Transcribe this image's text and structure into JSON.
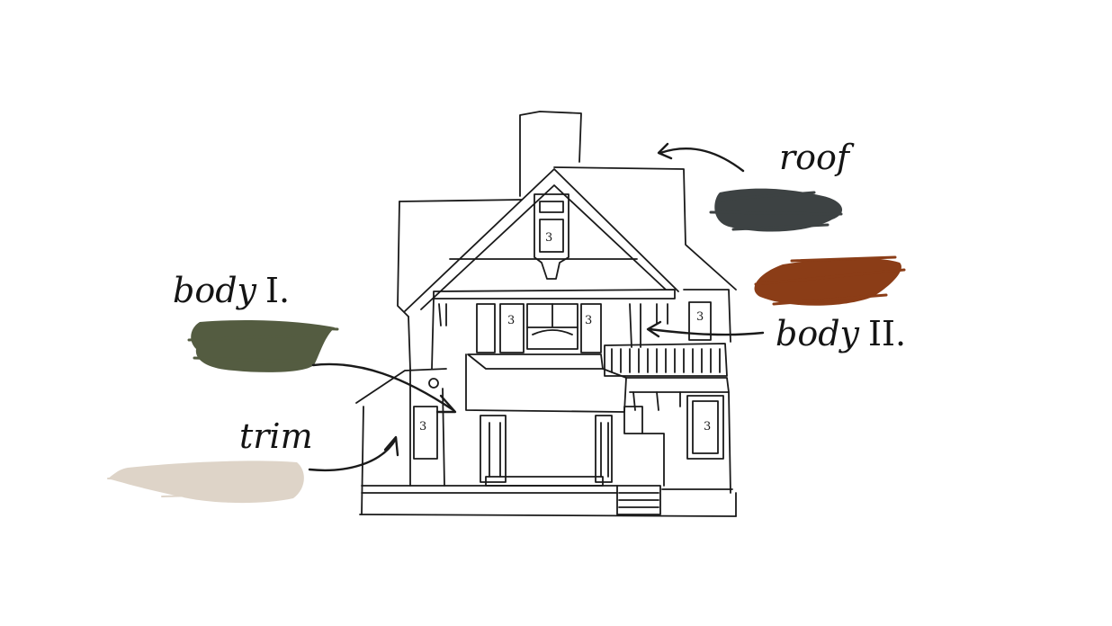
{
  "labels": {
    "roof": {
      "main": "roof"
    },
    "body1": {
      "main": "body",
      "numeral": "I."
    },
    "body2": {
      "main": "body",
      "numeral": "II."
    },
    "trim": {
      "main": "trim"
    }
  },
  "swatches": {
    "roof": {
      "color": "#3d4243"
    },
    "body1": {
      "color": "#545c41"
    },
    "body2": {
      "color": "#8b3d17"
    },
    "trim": {
      "color": "#ded4c8"
    }
  },
  "icons": [
    "house-sketch",
    "arrow-icon",
    "paint-swatch"
  ]
}
